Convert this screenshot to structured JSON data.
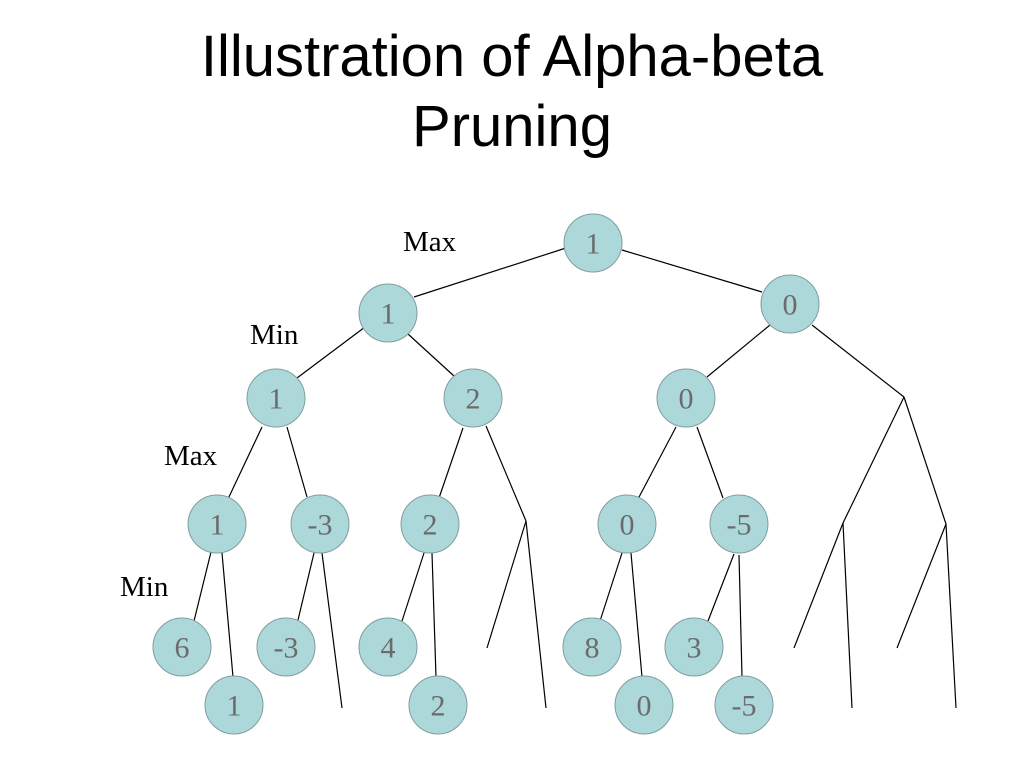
{
  "title": {
    "line1": "Illustration of Alpha-beta",
    "line2": "Pruning"
  },
  "level_labels": [
    "Max",
    "Min",
    "Max",
    "Min"
  ],
  "nodes": {
    "root": "1",
    "min_left": "1",
    "min_right": "0",
    "max_a": "1",
    "max_b": "2",
    "max_c": "0",
    "min_a1": "1",
    "min_a2": "-3",
    "min_b1": "2",
    "min_c1": "0",
    "min_c2": "-5",
    "leaf_6": "6",
    "leaf_1": "1",
    "leaf_n3": "-3",
    "leaf_4": "4",
    "leaf_2": "2",
    "leaf_8": "8",
    "leaf_0": "0",
    "leaf_3": "3",
    "leaf_n5": "-5"
  },
  "colors": {
    "node_fill": "#add8da",
    "node_stroke": "#7f9ea0",
    "node_text": "#6b6b6b"
  }
}
